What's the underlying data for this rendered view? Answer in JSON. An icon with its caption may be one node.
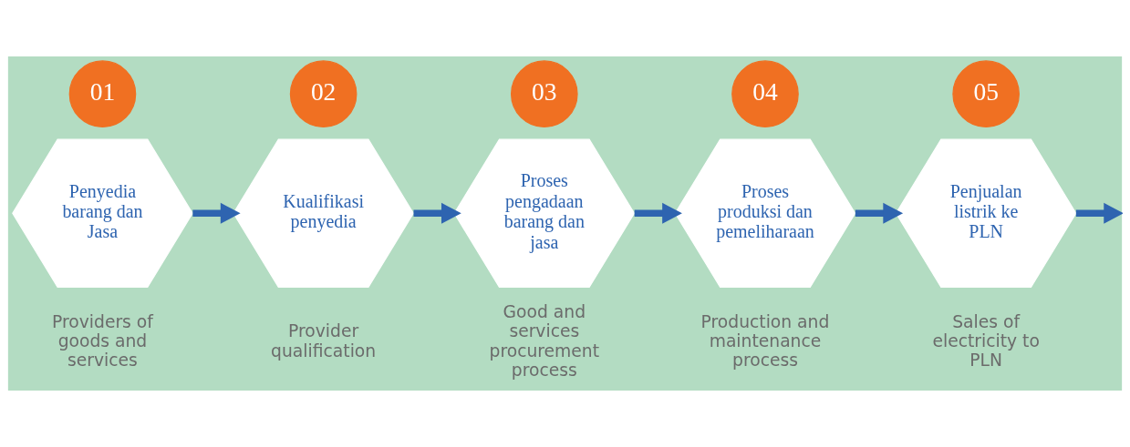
{
  "diagram": {
    "nodes": [
      {
        "text": [
          "01"
        ]
      },
      {
        "text": [
          "Penyedia barang dan Jasa"
        ],
        "beside": [
          "Providers of goods and services"
        ]
      },
      {
        "text": [
          "02"
        ]
      },
      {
        "text": [
          "Kualifikasi penyedia"
        ],
        "beside": [
          "Provider qualification"
        ]
      },
      {
        "text": [
          "03"
        ]
      },
      {
        "text": [
          "Proses pengadaan barang dan jasa"
        ],
        "beside": [
          "Good and services procurement process"
        ]
      },
      {
        "text": [
          "04"
        ]
      },
      {
        "text": [
          "Proses produksi dan pemeliharaan"
        ],
        "beside": [
          "Production and maintenance process"
        ]
      },
      {
        "text": [
          "05"
        ]
      },
      {
        "text": [
          "Penjualan listrik ke PLN"
        ],
        "beside": [
          "Sales of electricity to PLN"
        ]
      }
    ],
    "edges": [
      {
        "from": 1,
        "to": 3,
        "arrow": "to"
      },
      {
        "from": 3,
        "to": 5,
        "arrow": "to"
      },
      {
        "from": 5,
        "to": 7,
        "arrow": "to"
      },
      {
        "from": 7,
        "to": 9,
        "arrow": "to"
      },
      {
        "from": 9,
        "to": null,
        "arrow": "to"
      }
    ]
  }
}
